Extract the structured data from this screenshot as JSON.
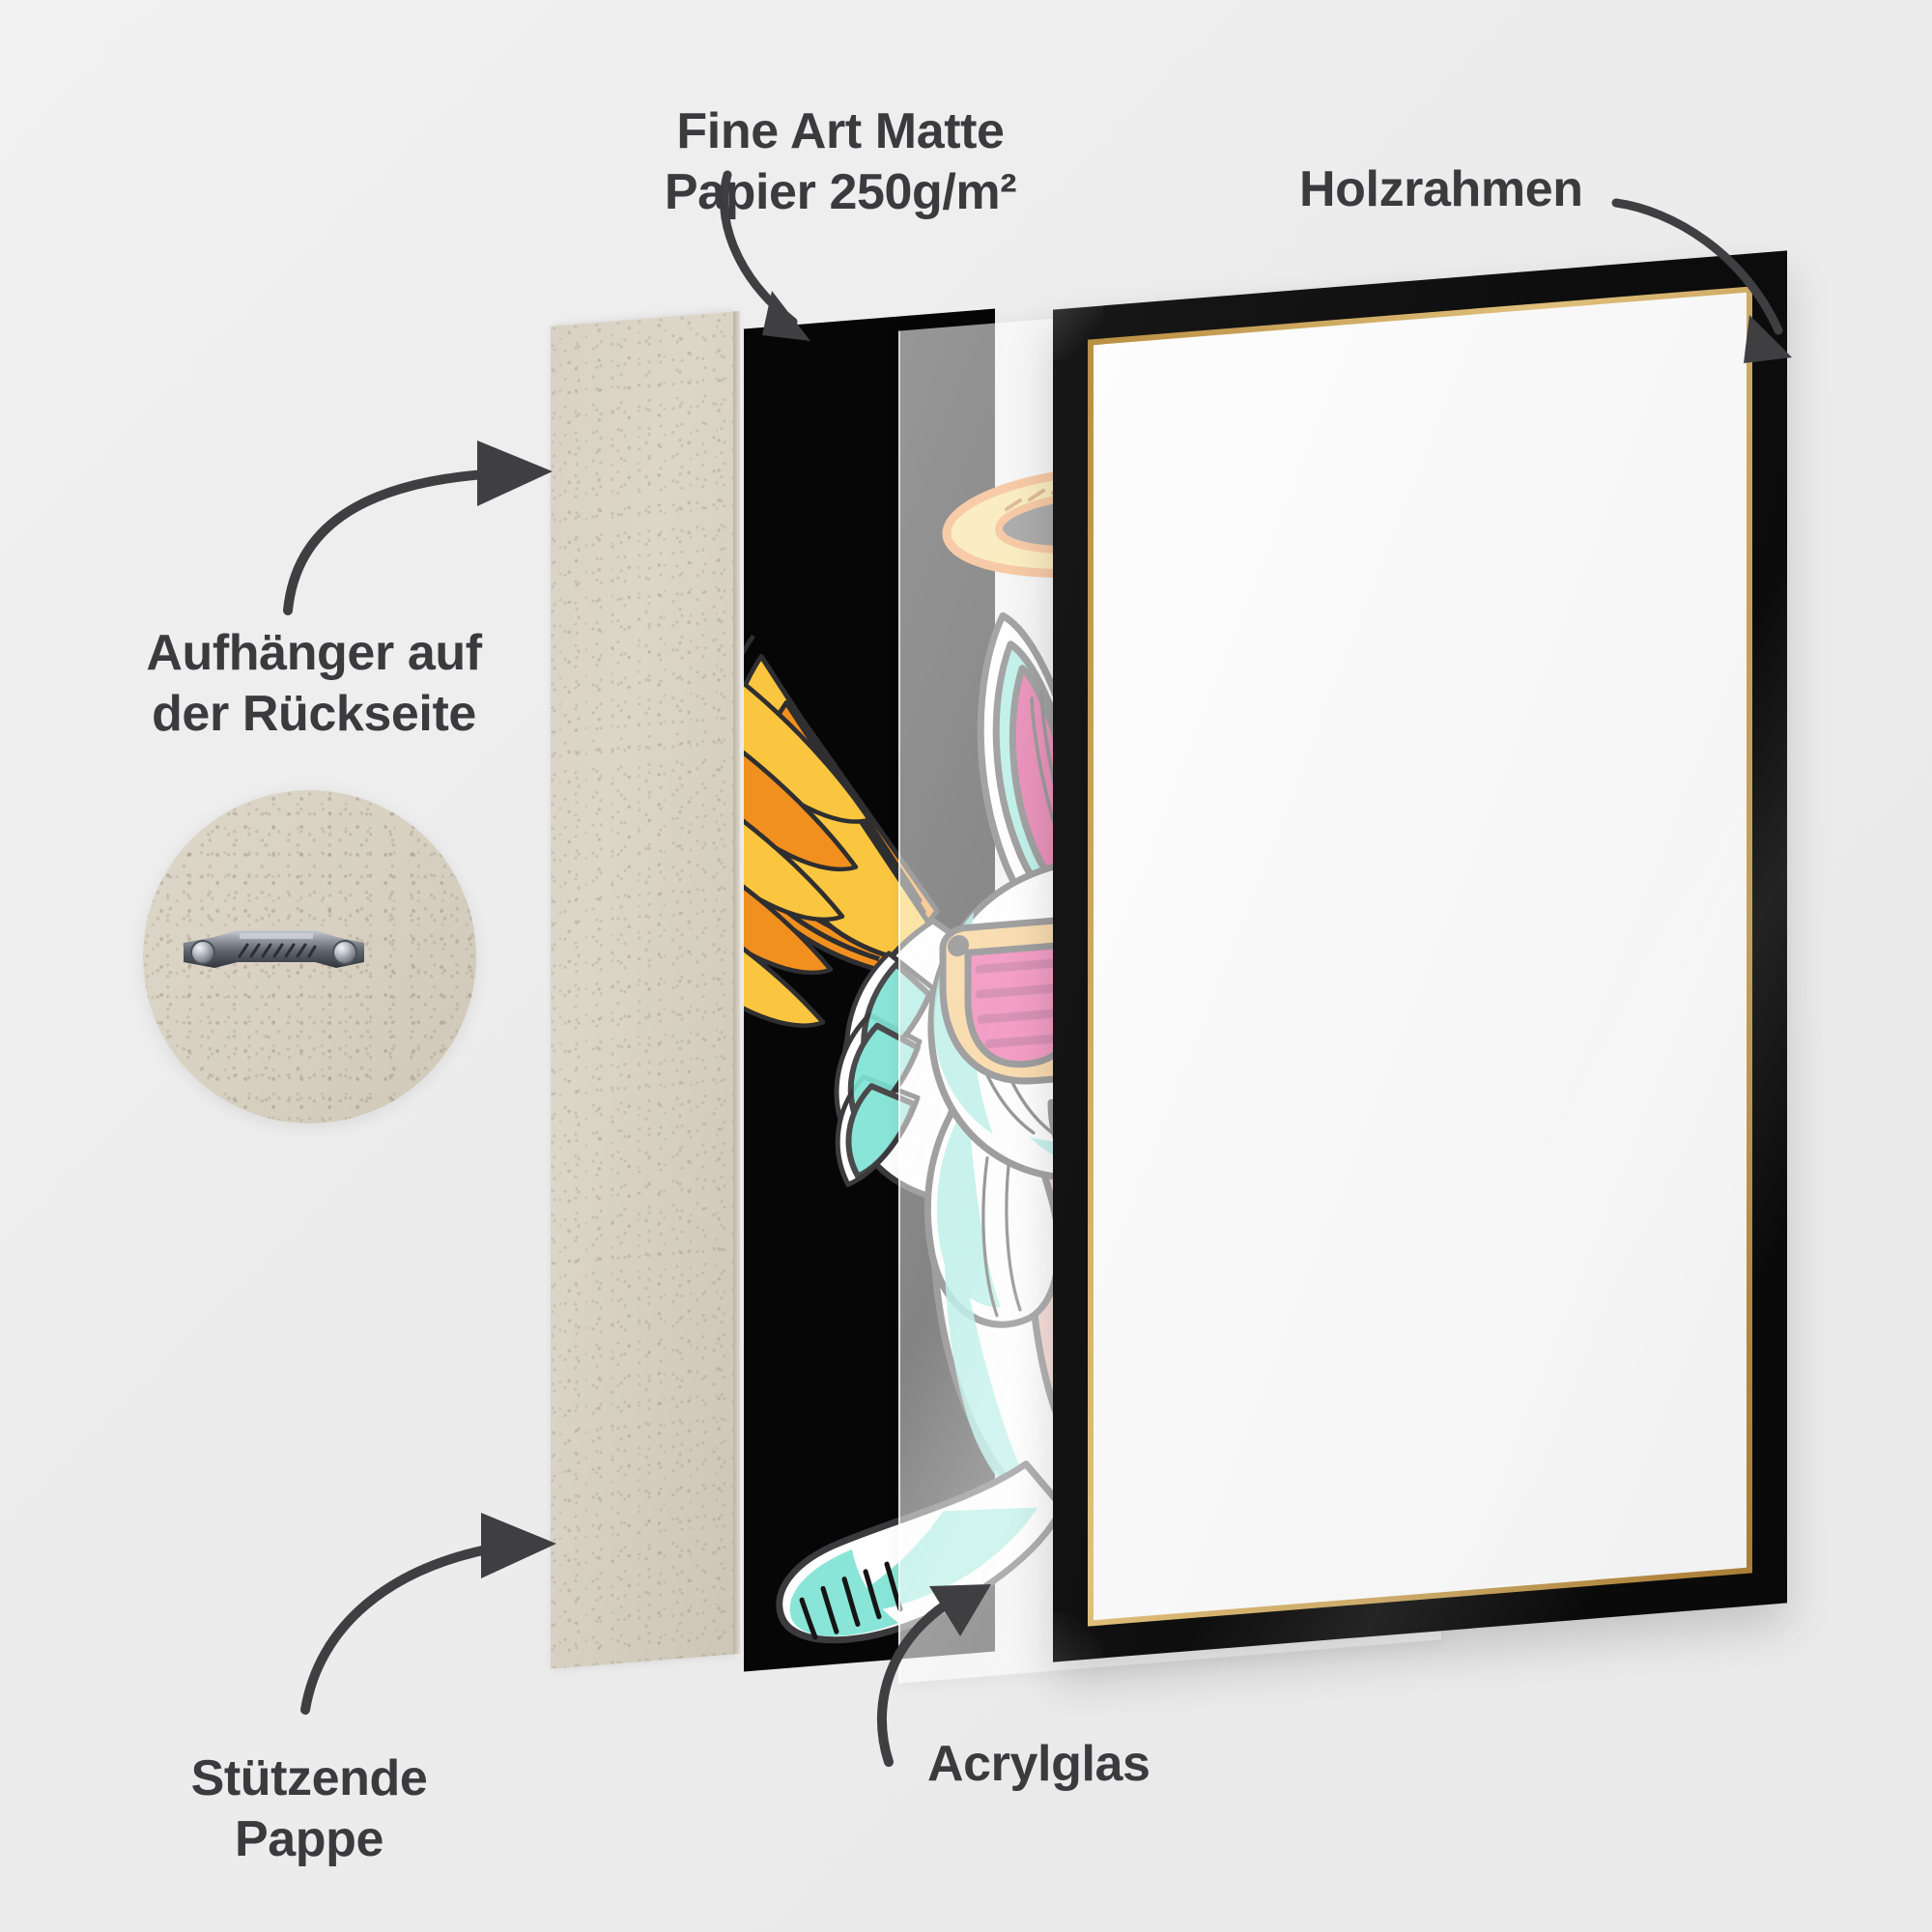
{
  "page": {
    "title": "Bilderrahmen Aufbau – Produktdarstellung",
    "language": "de",
    "background_color": "#eeeeee",
    "text_color": "#3b3b3d"
  },
  "labels": {
    "paper": "Fine Art Matte\nPapier 250g/m²",
    "frame": "Holzrahmen",
    "hanger": "Aufhänger auf\nder Rückseite",
    "cardboard": "Stützende\nPappe",
    "acrylic": "Acrylglas"
  },
  "callouts": [
    {
      "id": "paper",
      "label": "Fine Art Matte Papier 250g/m²",
      "icon": "curved-arrow-down-icon",
      "points_to": "poster-layer"
    },
    {
      "id": "frame",
      "label": "Holzrahmen",
      "icon": "curved-arrow-down-icon",
      "points_to": "wooden-frame-layer"
    },
    {
      "id": "hanger",
      "label": "Aufhänger auf der Rückseite",
      "icon": "curved-arrow-right-icon",
      "points_to": "cardboard-layer"
    },
    {
      "id": "cardboard",
      "label": "Stützende Pappe",
      "icon": "curved-arrow-up-right-icon",
      "points_to": "cardboard-layer"
    },
    {
      "id": "acrylic",
      "label": "Acrylglas",
      "icon": "curved-arrow-up-icon",
      "points_to": "acrylic-layer"
    }
  ],
  "layers": [
    {
      "order": 1,
      "name": "cardboard",
      "display": "Stützende Pappe",
      "color": "#d6cfc0"
    },
    {
      "order": 2,
      "name": "poster",
      "display": "Fine Art Matte Papier 250g/m²",
      "color": "#060606"
    },
    {
      "order": 3,
      "name": "acrylic",
      "display": "Acrylglas",
      "color": "#ffffff"
    },
    {
      "order": 4,
      "name": "wooden-frame",
      "display": "Holzrahmen",
      "color": "#0d0d0d"
    }
  ],
  "hanger": {
    "type": "sawtooth-hanger",
    "metal_color": "#8d9097",
    "rivets": 2,
    "teeth": 7,
    "substrate_color": "#d8d1c2"
  },
  "artwork": {
    "subject": "Engel-Hase mit Sonnenbrille",
    "background_color": "#060606",
    "colors": {
      "fur_white": "#ffffff",
      "fur_shade": "#7fe3d4",
      "outline": "#3b3a3c",
      "halo_fill": "#f6d87a",
      "halo_outline": "#ef8c3c",
      "wing_orange": "#f2901f",
      "wing_yellow": "#fbc63f",
      "sunglass_lens": "#e8398c",
      "sunglass_lens_dark": "#b0216c",
      "sunglass_frame": "#f5b95f",
      "ear_inner": "#d81f74",
      "belly_pink": "#eeb1a8",
      "nose_pink": "#e8a7a0"
    }
  }
}
